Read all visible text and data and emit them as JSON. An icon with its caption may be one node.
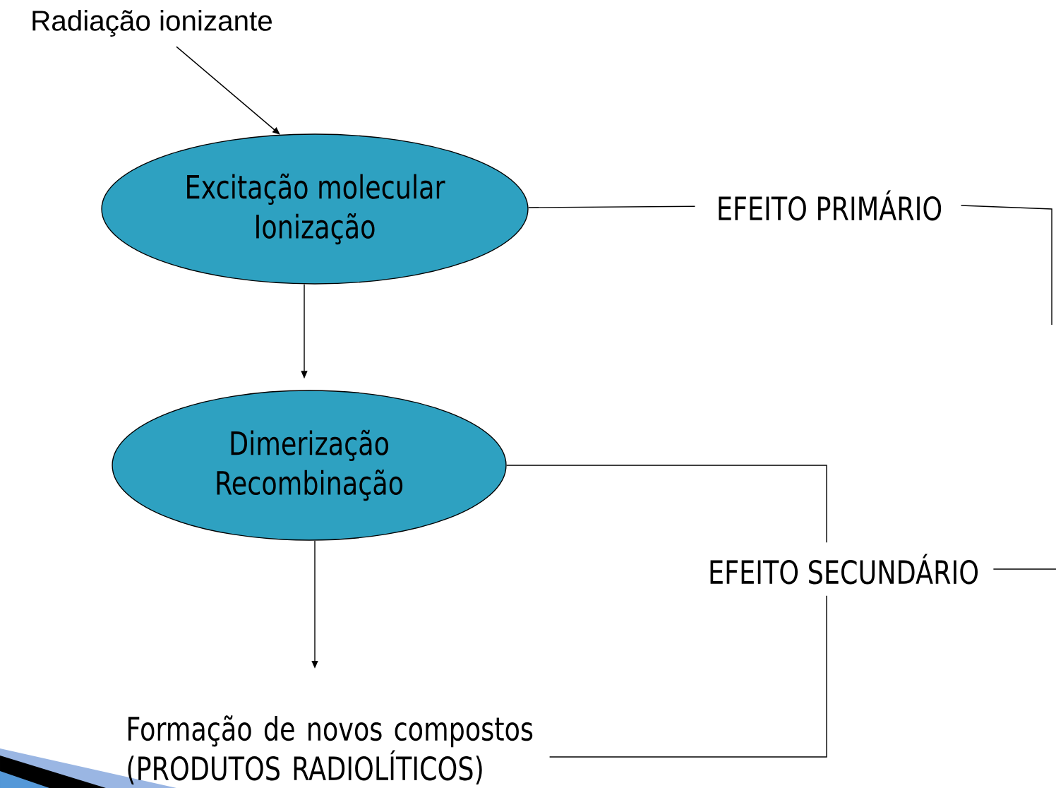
{
  "diagram": {
    "nodes": [
      {
        "text": [
          "Radiação ionizante"
        ]
      },
      {
        "text": [
          "Excitação molecular",
          "Ionização"
        ]
      },
      {
        "text": [
          "EFEITO PRIMÁRIO"
        ]
      },
      {
        "text": [
          "Dimerização",
          "Recombinação"
        ]
      },
      {
        "text": [
          "EFEITO SECUNDÁRIO"
        ]
      },
      {
        "text": [
          "Formação de novos compostos (PRODUTOS RADIOLÍTICOS)"
        ]
      }
    ],
    "edges": [
      {
        "from": 0,
        "to": 1,
        "arrow": "to"
      },
      {
        "from": 1,
        "to": 3,
        "arrow": "to"
      },
      {
        "from": 1,
        "to": 2,
        "arrow": "none"
      },
      {
        "from": 3,
        "to": 5,
        "arrow": "to"
      },
      {
        "from": 3,
        "to": 4,
        "arrow": "none"
      },
      {
        "from": 5,
        "to": 4,
        "arrow": "none"
      }
    ]
  }
}
